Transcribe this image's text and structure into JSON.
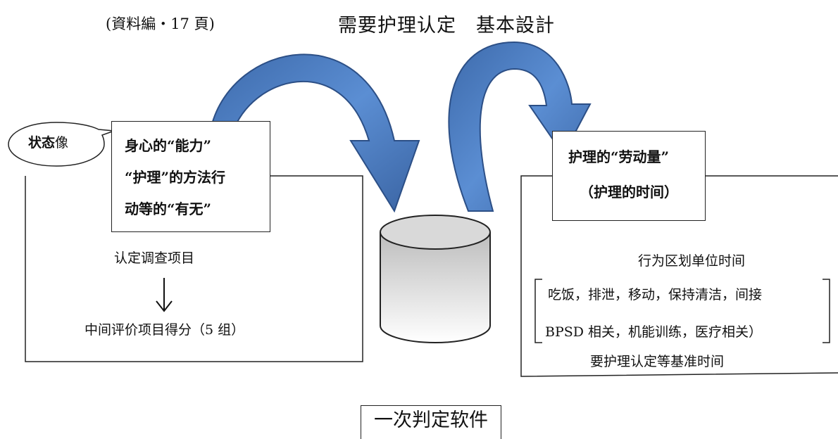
{
  "header": {
    "source_ref": "(資料編・17 頁)",
    "title": "需要护理认定　基本設計"
  },
  "left_panel": {
    "bubble_bold": "状态",
    "bubble_rest": "像",
    "ability_lines": [
      "身心的“能力”",
      "“护理”的方法行",
      "动等的“有无”"
    ],
    "survey_items": "认定调查项目",
    "mid_score": "中间评价项目得分（5 组）"
  },
  "right_panel": {
    "labor_line1": "护理的“劳动量”",
    "labor_line2": "（护理的时间）",
    "unit_time": "行为区划单位时间",
    "acts_line1": "吃饭，排泄，移动，保持清洁，间接",
    "acts_line2": "BPSD 相关，机能训练，医疗相关）",
    "standard_time": "要护理认定等基准时间"
  },
  "footer": {
    "software_label": "一次判定软件"
  },
  "colors": {
    "arrow_fill": "#4a7cc0",
    "arrow_stroke": "#2c4f86",
    "cylinder_top": "#d9d9d9"
  }
}
